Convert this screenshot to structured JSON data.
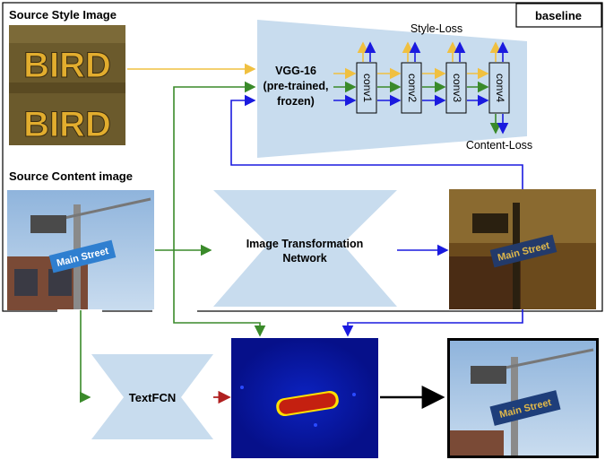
{
  "labels": {
    "source_style": "Source Style Image",
    "source_content": "Source Content image",
    "baseline": "baseline",
    "vgg_line1": "VGG-16",
    "vgg_line2": "(pre-trained,",
    "vgg_line3": "frozen)",
    "style_loss": "Style-Loss",
    "content_loss": "Content-Loss",
    "transform_line1": "Image Transformation",
    "transform_line2": "Network",
    "textfcn": "TextFCN",
    "conv_layers": [
      "conv1",
      "conv2",
      "conv3",
      "conv4"
    ]
  },
  "images": {
    "style_word_top": "BIRD",
    "style_word_bottom": "BIRD",
    "sign_text": "Main Street"
  },
  "colors": {
    "style_arrow": "#f0c040",
    "content_arrow": "#3a8a2a",
    "output_arrow": "#1a1adf",
    "mask_arrow": "#b02020",
    "block_fill": "#c8dcee",
    "heatmap_bg": "#0a1aa8",
    "heatmap_blob": "#c42010"
  }
}
